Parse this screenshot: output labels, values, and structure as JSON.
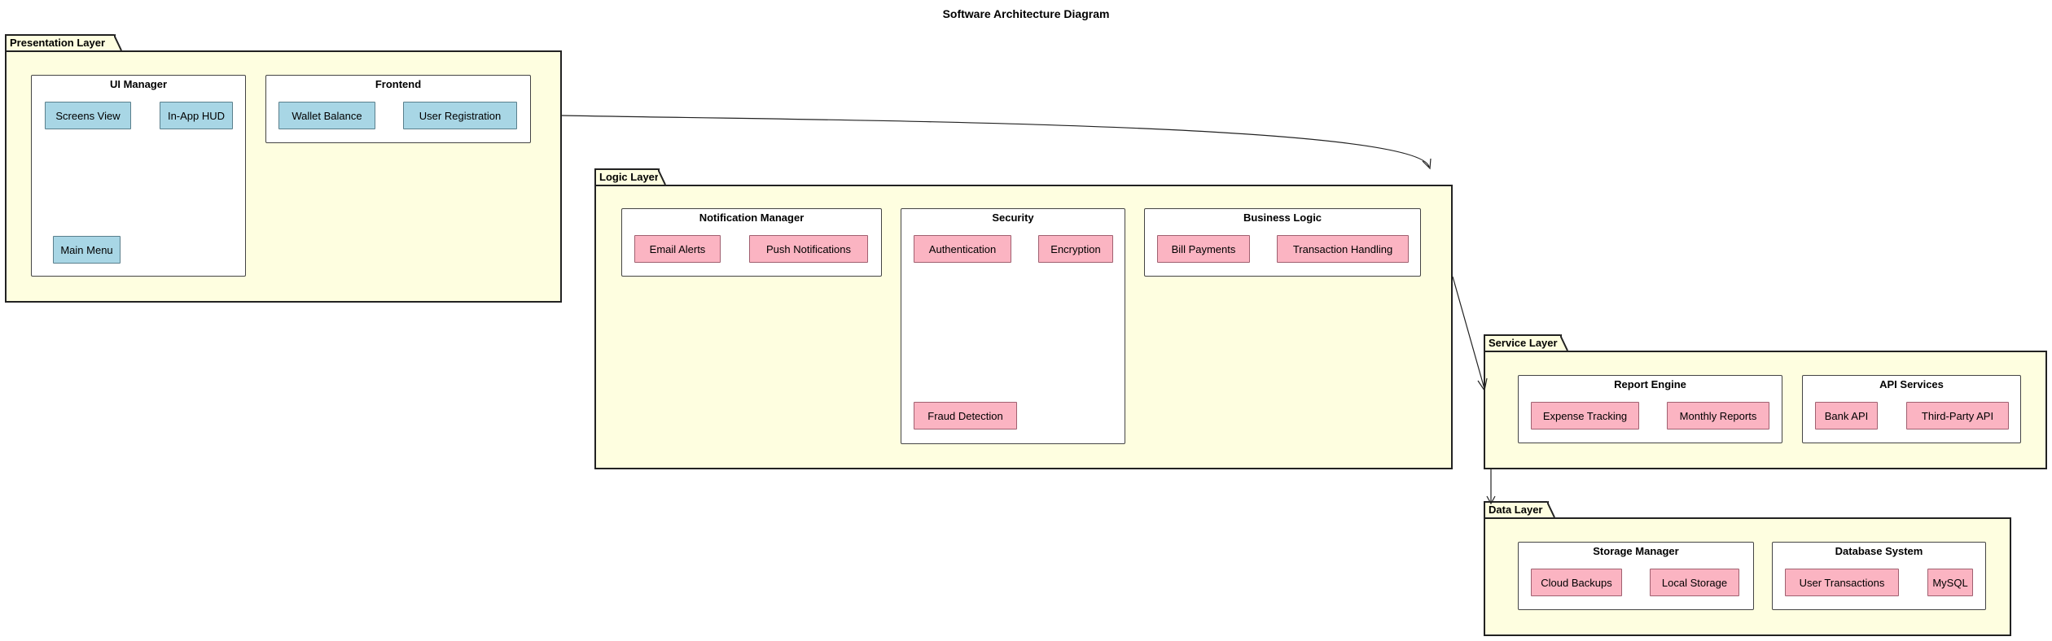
{
  "title": "Software Architecture Diagram",
  "colors": {
    "layer_fill": "#fefee0",
    "ui_component": "#a8d6e5",
    "logic_component": "#fbb4c2"
  },
  "layers": {
    "presentation": {
      "label": "Presentation Layer",
      "ui_manager": {
        "label": "UI Manager",
        "screens_view": "Screens View",
        "in_app_hud": "In-App HUD",
        "main_menu": "Main Menu"
      },
      "frontend": {
        "label": "Frontend",
        "wallet_balance": "Wallet Balance",
        "user_registration": "User Registration"
      }
    },
    "logic": {
      "label": "Logic Layer",
      "notification_manager": {
        "label": "Notification Manager",
        "email_alerts": "Email Alerts",
        "push_notifications": "Push Notifications"
      },
      "security": {
        "label": "Security",
        "authentication": "Authentication",
        "encryption": "Encryption",
        "fraud_detection": "Fraud Detection"
      },
      "business_logic": {
        "label": "Business Logic",
        "bill_payments": "Bill Payments",
        "transaction_handling": "Transaction Handling"
      }
    },
    "service": {
      "label": "Service Layer",
      "report_engine": {
        "label": "Report Engine",
        "expense_tracking": "Expense Tracking",
        "monthly_reports": "Monthly Reports"
      },
      "api_services": {
        "label": "API Services",
        "bank_api": "Bank API",
        "third_party_api": "Third-Party API"
      }
    },
    "data": {
      "label": "Data Layer",
      "storage_manager": {
        "label": "Storage Manager",
        "cloud_backups": "Cloud Backups",
        "local_storage": "Local Storage"
      },
      "database_system": {
        "label": "Database System",
        "user_transactions": "User Transactions",
        "mysql": "MySQL"
      }
    }
  }
}
